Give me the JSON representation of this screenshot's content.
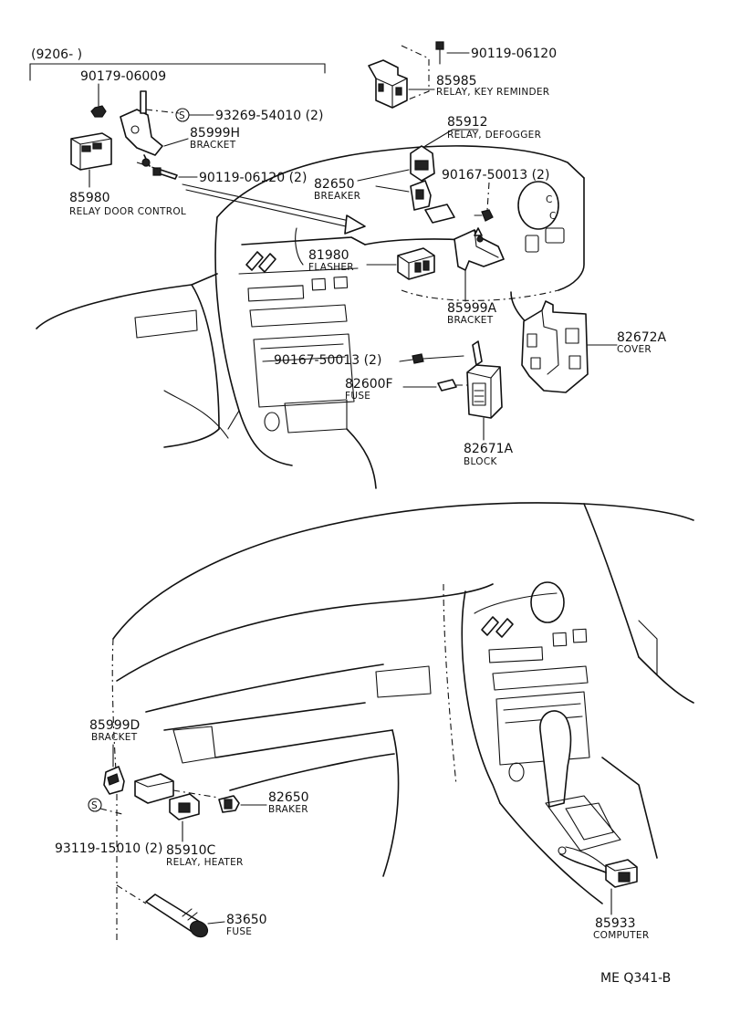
{
  "header": {
    "date_range": "(9206-        )",
    "diagram_code": "ME Q341-B"
  },
  "labels": {
    "p_90179": "90179-06009",
    "p_93269": "93269-54010 (2)",
    "p_85999H_no": "85999H",
    "p_85999H_desc": "BRACKET",
    "p_90119a": "90119-06120 (2)",
    "p_85980_no": "85980",
    "p_85980_desc": "RELAY DOOR CONTROL",
    "p_90119b": "90119-06120",
    "p_85985_no": "85985",
    "p_85985_desc": "RELAY, KEY REMINDER",
    "p_85912_no": "85912",
    "p_85912_desc": "RELAY, DEFOGGER",
    "p_82650a_no": "82650",
    "p_82650a_desc": "BREAKER",
    "p_90167a": "90167-50013 (2)",
    "p_81980_no": "81980",
    "p_81980_desc": "FLASHER",
    "p_85999A_no": "85999A",
    "p_85999A_desc": "BRACKET",
    "p_82672A_no": "82672A",
    "p_82672A_desc": "COVER",
    "p_90167b": "90167-50013 (2)",
    "p_82600F_no": "82600F",
    "p_82600F_desc": "FUSE",
    "p_82671A_no": "82671A",
    "p_82671A_desc": "BLOCK",
    "p_85999D_no": "85999D",
    "p_85999D_desc": "BRACKET",
    "p_82650b_no": "82650",
    "p_82650b_desc": "BRAKER",
    "p_93119": "93119-15010 (2)",
    "p_85910C_no": "85910C",
    "p_85910C_desc": "RELAY, HEATER",
    "p_83650_no": "83650",
    "p_83650_desc": "FUSE",
    "p_85933_no": "85933",
    "p_85933_desc": "COMPUTER",
    "s_symbol": "S",
    "c_symbol": "C"
  }
}
